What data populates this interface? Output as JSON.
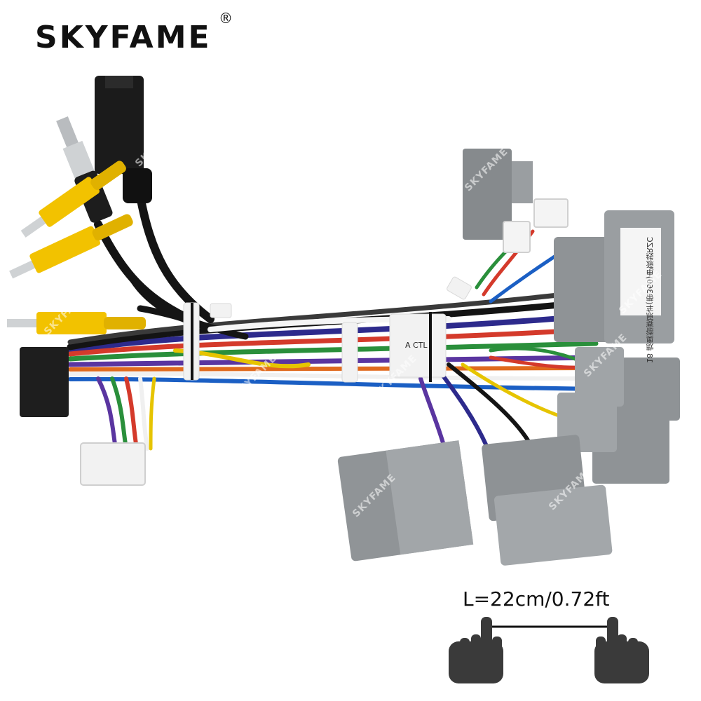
{
  "brand": {
    "name": "SKYFAME",
    "registered": "®"
  },
  "product": {
    "strip_label": "A CTL",
    "connector_label": "18 款奥德赛原车(带360)电源线RZC"
  },
  "dimension": {
    "length_text": "L=22cm/0.72ft"
  },
  "watermark": "SKYFAME",
  "colors": {
    "connector_gray": "#8c8f92",
    "rca_yellow": "#f2c200",
    "cable_black": "#141414",
    "background": "#ffffff"
  },
  "icons": [
    "left-hand-icon",
    "right-hand-icon"
  ]
}
